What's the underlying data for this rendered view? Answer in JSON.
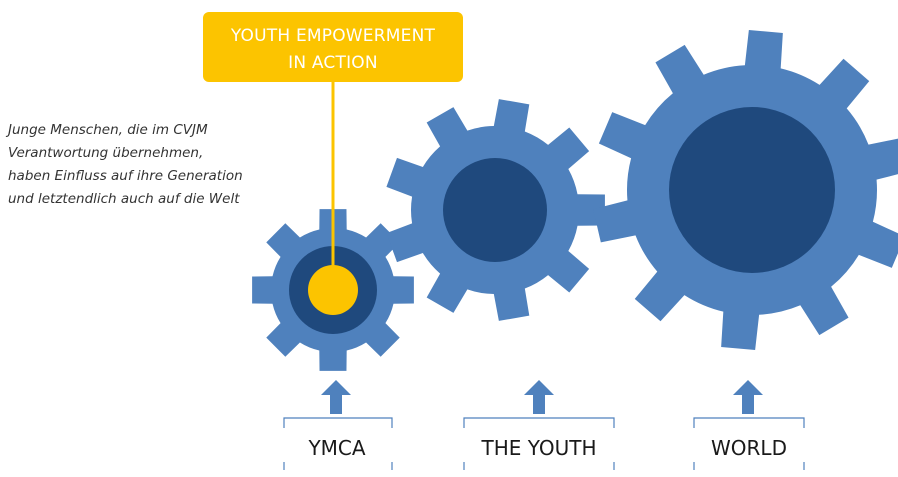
{
  "callout": {
    "lines": [
      "YOUTH EMPOWERMENT",
      "IN ACTION"
    ]
  },
  "description": {
    "lines": [
      "Junge Menschen, die im CVJM",
      "Verantwortung übernehmen,",
      "haben Einfluss auf ihre Generation",
      "und letztendlich auch auf die Welt"
    ]
  },
  "labels": [
    "YMCA",
    "THE YOUTH",
    "WORLD"
  ],
  "colors": {
    "gear": "#4f81bd",
    "gear_hub": "#1f497d",
    "accent": "#fcc400",
    "arrow": "#4f81bd",
    "bracket": "#4f81bd"
  }
}
